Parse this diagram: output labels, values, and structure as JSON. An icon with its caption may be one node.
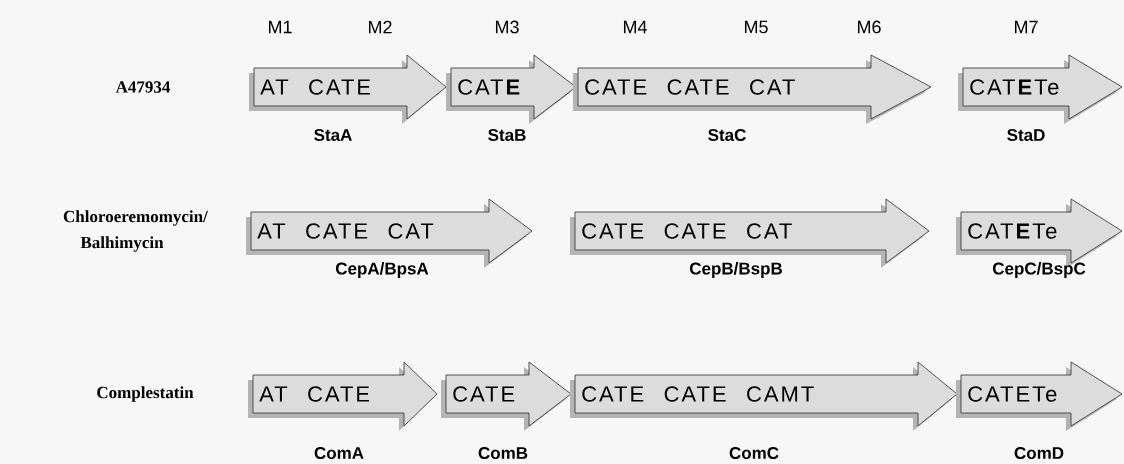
{
  "diagram": {
    "nodes": [
      {
        "text": [
          "AT CATE"
        ],
        "beside": [
          "StaA"
        ]
      },
      {
        "text": [
          "CAT**E**"
        ],
        "beside": [
          "StaB"
        ]
      },
      {
        "text": [
          "CATE CATE CAT"
        ],
        "beside": [
          "StaC"
        ]
      },
      {
        "text": [
          "CAT**E**Te"
        ],
        "beside": [
          "StaD"
        ]
      },
      {
        "text": [
          "AT CATE CAT"
        ],
        "beside": [
          "CepA/BpsA"
        ]
      },
      {
        "text": [
          "CATE CATE CAT"
        ],
        "beside": [
          "CepB/BspB"
        ]
      },
      {
        "text": [
          "CAT**E**Te"
        ],
        "beside": [
          "CepC/BspC"
        ]
      },
      {
        "text": [
          "AT CATE"
        ],
        "beside": [
          "ComA"
        ]
      },
      {
        "text": [
          "CATE"
        ],
        "beside": [
          "ComB"
        ]
      },
      {
        "text": [
          "CATE CATE CAMT"
        ],
        "beside": [
          "ComC"
        ]
      },
      {
        "text": [
          "CATETe"
        ],
        "beside": [
          "ComD"
        ]
      }
    ],
    "labels": [
      "M1",
      "M2",
      "M3",
      "M4",
      "M5",
      "M6",
      "M7",
      "A47934",
      "Chloroeremomycin/ Balhimycin",
      "Complestatin"
    ]
  }
}
